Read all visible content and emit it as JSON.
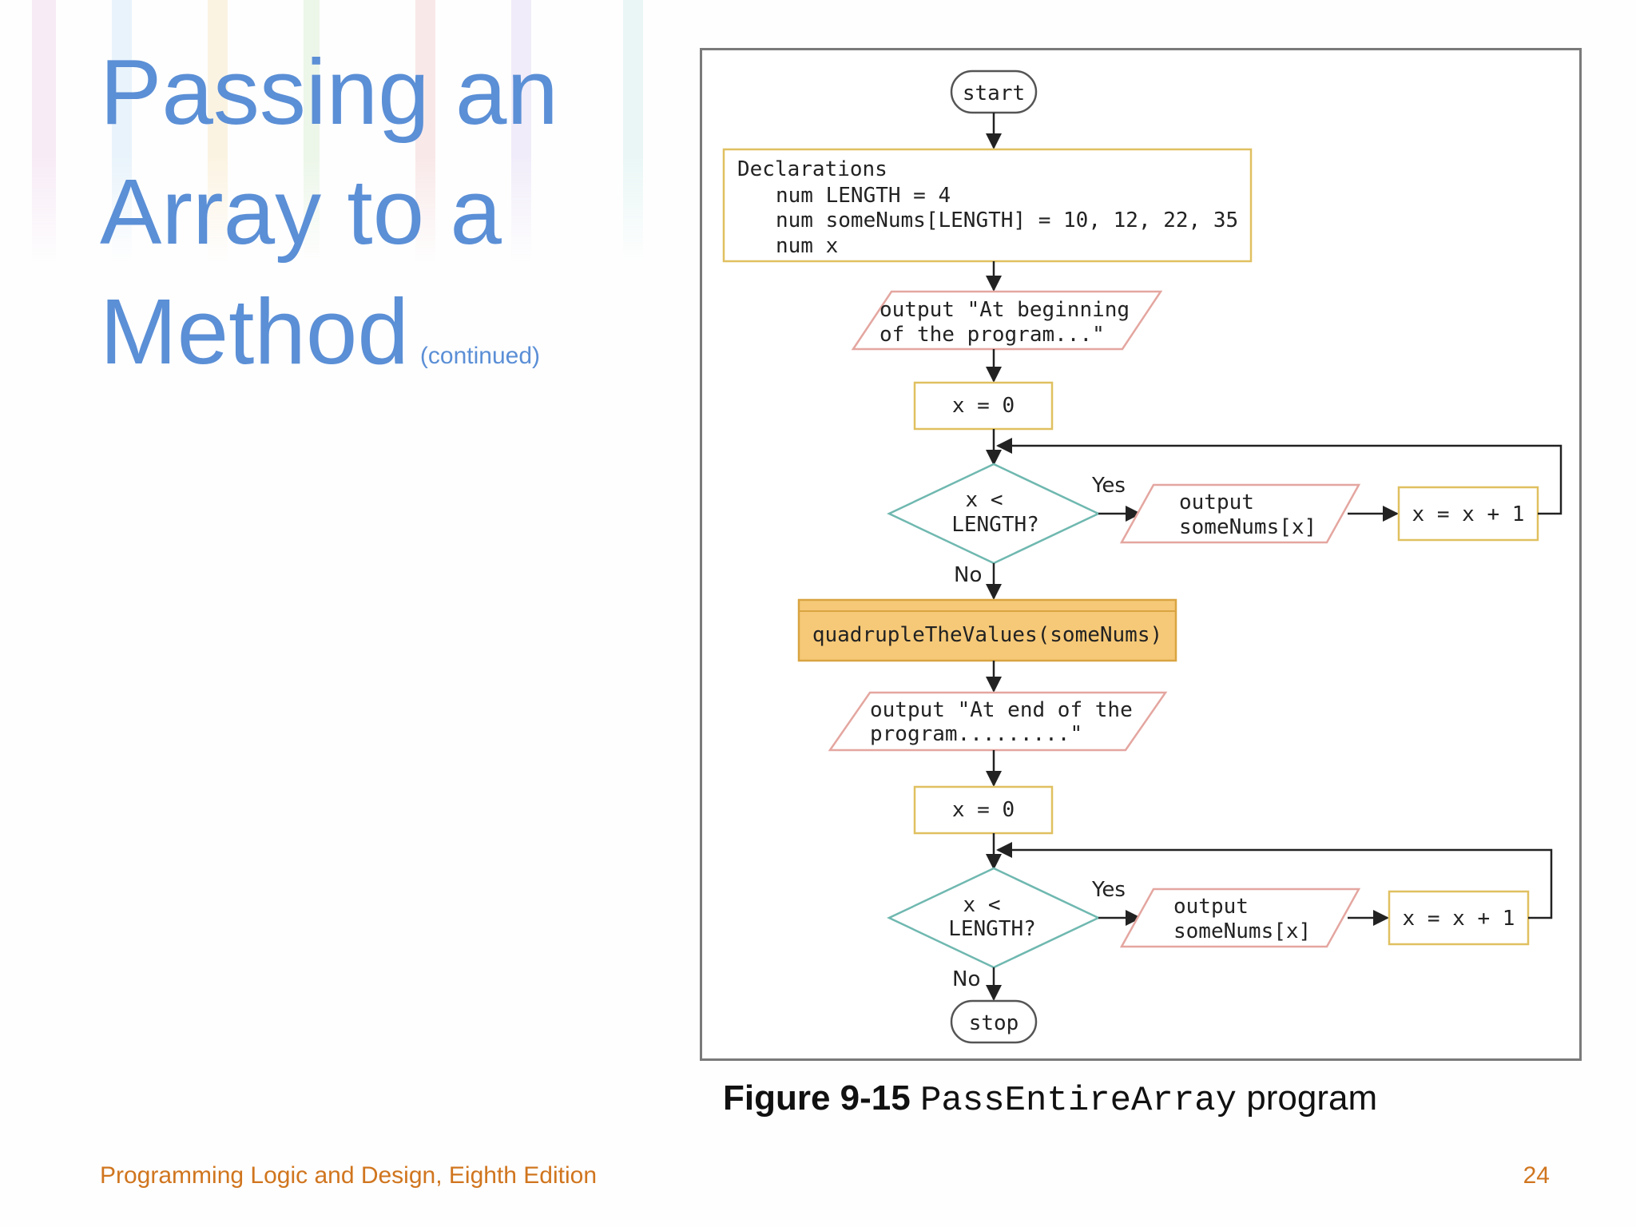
{
  "slide": {
    "title_lines": [
      "Passing an",
      "Array to a",
      "Method"
    ],
    "title_suffix": "(continued)",
    "footer_left": "Programming Logic and Design, Eighth Edition",
    "page_number": "24"
  },
  "figure": {
    "caption_number": "Figure 9-15",
    "caption_code": "PassEntireArray",
    "caption_rest": "program",
    "nodes": {
      "start": "start",
      "declarations": [
        "Declarations",
        "num LENGTH = 4",
        "num someNums[LENGTH] = 10, 12, 22, 35",
        "num x"
      ],
      "output_begin": [
        "output \"At beginning",
        "of the program...\""
      ],
      "assign1": "x = 0",
      "decision1": [
        "x <",
        "LENGTH?"
      ],
      "yes1": "Yes",
      "no1": "No",
      "output_loop1": [
        "output",
        "someNums[x]"
      ],
      "incr1": "x = x + 1",
      "method_call": "quadrupleTheValues(someNums)",
      "output_end": [
        "output \"At end of the",
        "program.........\""
      ],
      "assign2": "x = 0",
      "decision2": [
        "x <",
        "LENGTH?"
      ],
      "yes2": "Yes",
      "no2": "No",
      "output_loop2": [
        "output",
        "someNums[x]"
      ],
      "incr2": "x = x + 1",
      "stop": "stop"
    }
  },
  "colors": {
    "title": "#5b8fd6",
    "footer": "#d0751e",
    "process_border": "#e0c060",
    "io_border": "#e4a6a0",
    "decision_border": "#6fb8b0",
    "terminal_border": "#555555",
    "method_fill": "#f6c978",
    "method_border": "#d9a441"
  }
}
